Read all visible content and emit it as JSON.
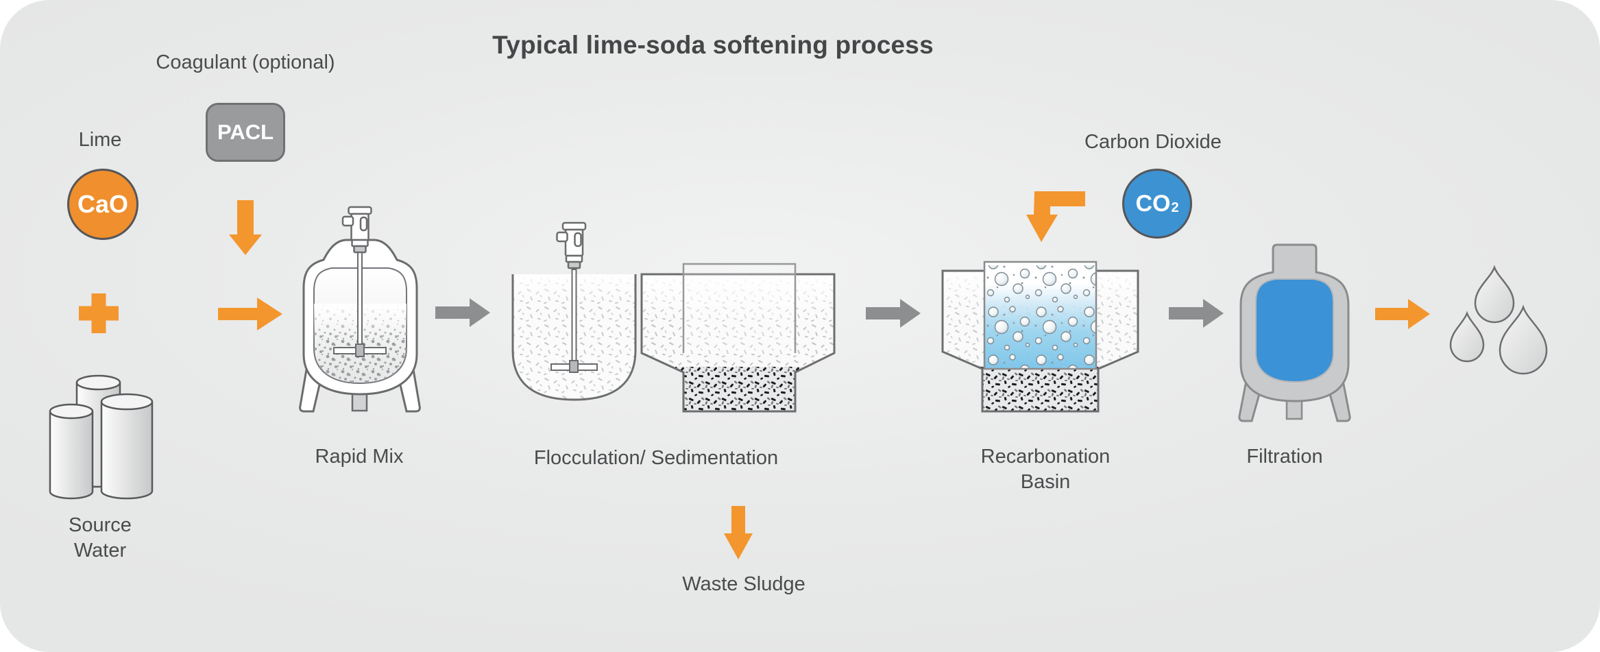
{
  "header": {
    "title": "Typical lime-soda softening process"
  },
  "additives": {
    "coagulant": {
      "label": "Coagulant (optional)",
      "chip": "PACL"
    },
    "lime": {
      "label": "Lime",
      "formula": "CaO"
    },
    "carbon_dioxide": {
      "label": "Carbon Dioxide",
      "formula": "CO",
      "formula_subscript": "2"
    }
  },
  "source_water": {
    "line1": "Source",
    "line2": "Water"
  },
  "stages": {
    "rapid_mix": {
      "label": "Rapid Mix"
    },
    "flocculation_sedimentation": {
      "label": "Flocculation/ Sedimentation"
    },
    "recarbonation": {
      "line1": "Recarbonation",
      "line2": "Basin"
    },
    "filtration": {
      "label": "Filtration"
    }
  },
  "outputs": {
    "waste_sludge": {
      "label": "Waste Sludge"
    }
  },
  "colors": {
    "orange": "#F3962E",
    "arrow_gray": "#8C8E90",
    "chip_gray": "#9A9B9D",
    "co2_blue": "#3D92D2",
    "filtration_blue": "#3B92D6",
    "equipment_outline": "#6A6B6D",
    "text": "#4A4B4C",
    "canvas_background": "#E8E9E9"
  }
}
